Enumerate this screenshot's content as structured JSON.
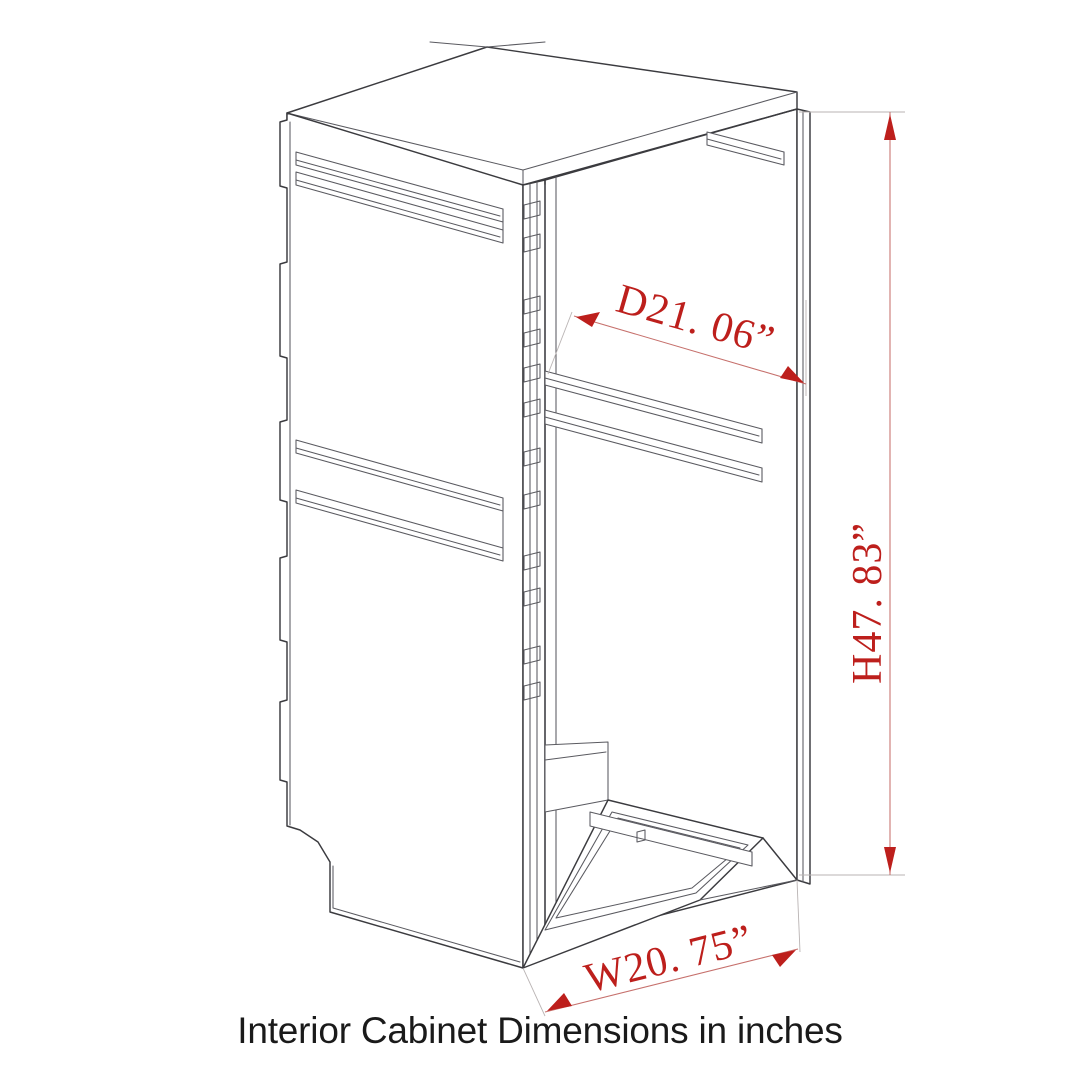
{
  "drawing": {
    "title_caption": "Interior Cabinet Dimensions in inches",
    "subject": "cabinet-isometric-line-drawing",
    "colors": {
      "dimension_text": "#bd1f1c",
      "dimension_line": "#c6706c",
      "extension_line": "#b9b3b3",
      "object_line": "#3b3b3f",
      "caption_text": "#1a1a1a",
      "background": "#ffffff"
    }
  },
  "dimensions": {
    "depth": {
      "label": "D21. 06”",
      "value": 21.06,
      "axis": "depth",
      "unit": "inches"
    },
    "height": {
      "label": "H47. 83”",
      "value": 47.83,
      "axis": "height",
      "unit": "inches"
    },
    "width": {
      "label": "W20. 75”",
      "value": 20.75,
      "axis": "width",
      "unit": "inches"
    }
  }
}
